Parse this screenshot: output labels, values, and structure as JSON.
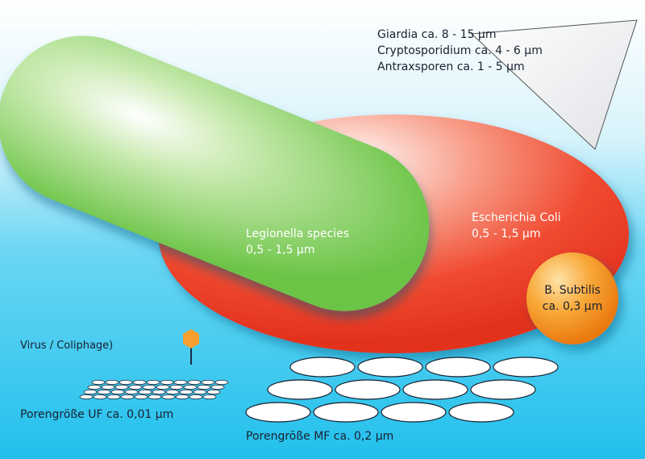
{
  "colors": {
    "background_top": "#ffffff",
    "background_bottom": "#22c0ec",
    "legionella": "#7fcf5a",
    "escherichia": "#f04a30",
    "subtilis": "#f59a20",
    "virus": "#f7a030"
  },
  "large_organisms": [
    "Giardia ca. 8 - 15 µm",
    "Cryptosporidium ca. 4 - 6 µm",
    "Antraxsporen ca. 1 - 5 µm"
  ],
  "legionella": {
    "name": "Legionella species",
    "size": "0,5 - 1,5 µm"
  },
  "escherichia": {
    "name": "Escherichia Coli",
    "size": "0,5 - 1,5 µm"
  },
  "subtilis": {
    "name": "B. Subtilis",
    "size": "ca. 0,3 µm"
  },
  "virus": {
    "label": "Virus / Coliphage)"
  },
  "uf": {
    "label": "Porengröße UF ca. 0,01 µm"
  },
  "mf": {
    "label": "Porengröße MF ca. 0,2 µm"
  }
}
